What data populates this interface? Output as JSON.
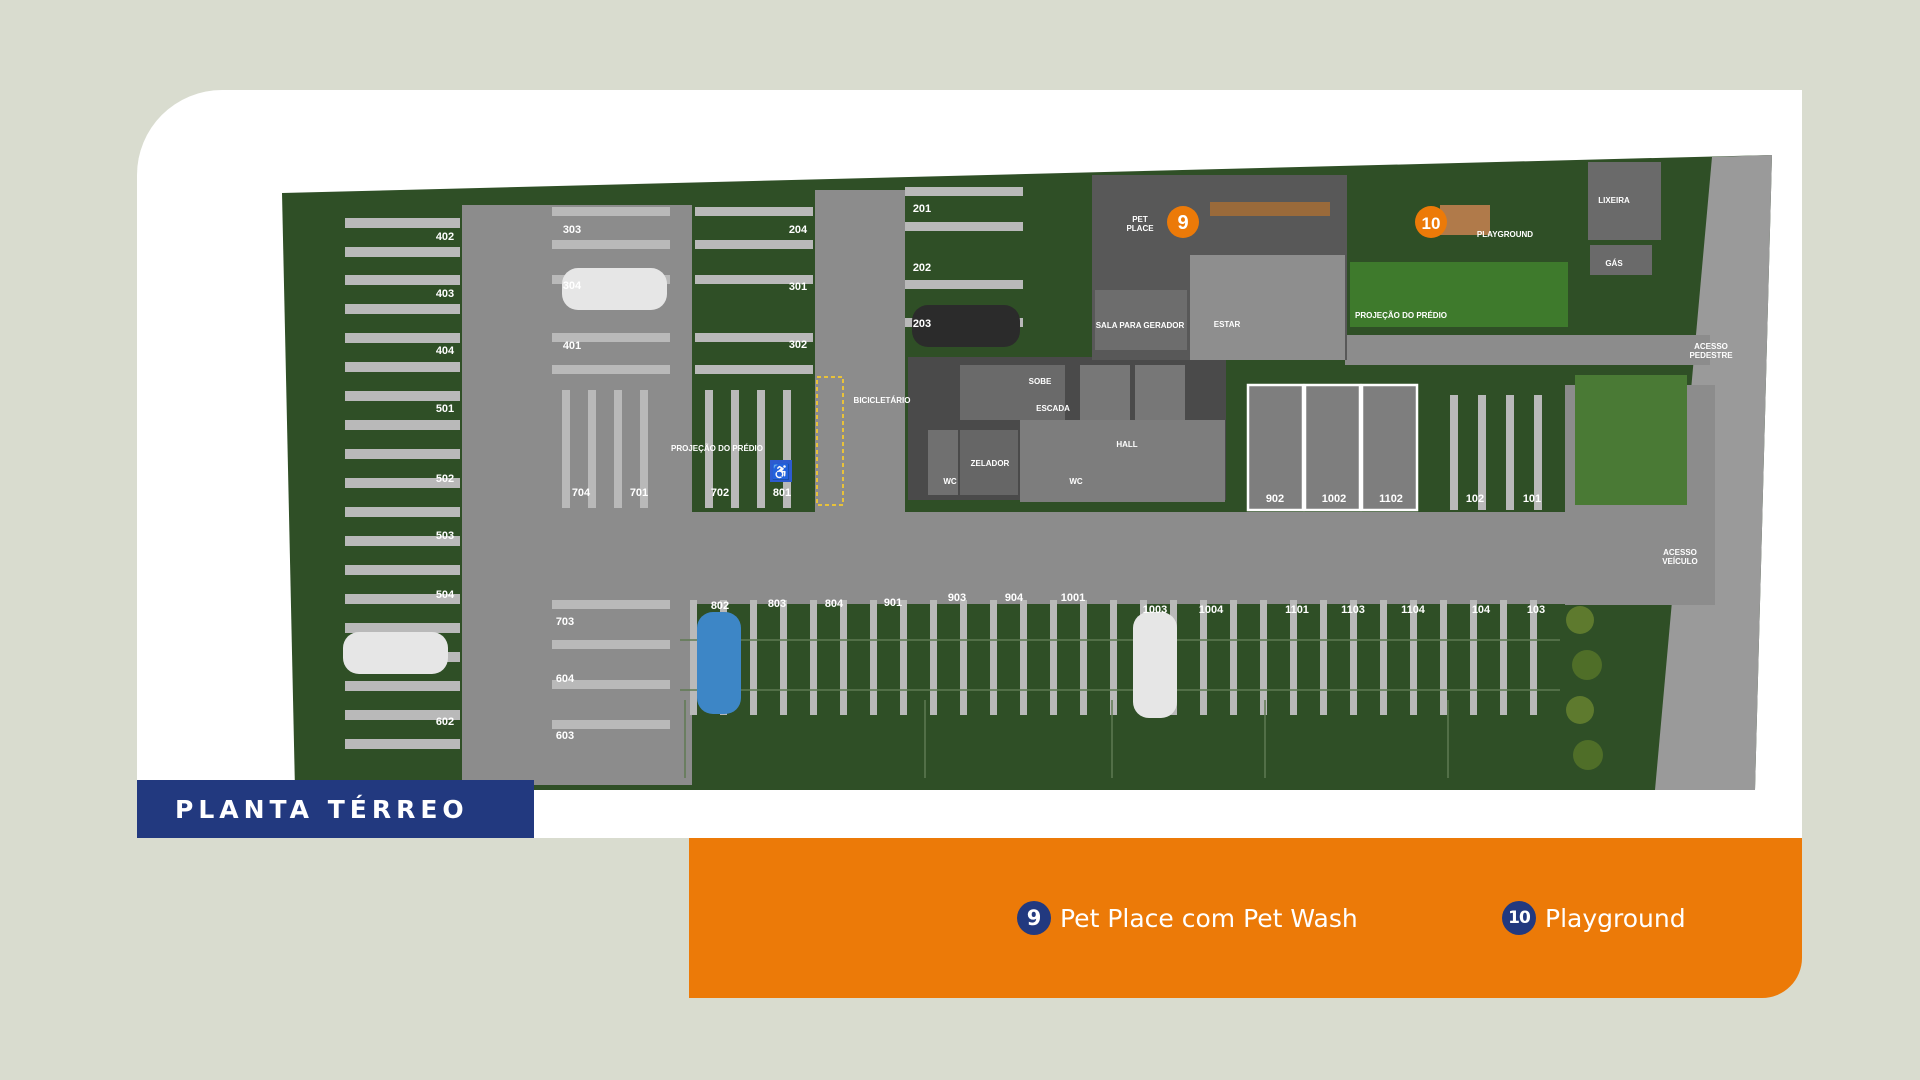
{
  "title": "PLANTA TÉRREO",
  "legend": [
    {
      "number": "9",
      "label": "Pet Place com Pet Wash"
    },
    {
      "number": "10",
      "label": "Playground"
    }
  ],
  "markers": [
    {
      "number": "9",
      "color": "#ec7a08"
    },
    {
      "number": "10",
      "color": "#ec7a08"
    }
  ],
  "labels": {
    "pet_place": [
      "PET",
      "PLACE"
    ],
    "playground": "PLAYGROUND",
    "lixeira": "LIXEIRA",
    "gas": "GÁS",
    "projecao_predio_1": "PROJEÇÃO DO PRÉDIO",
    "projecao_predio_2": "PROJEÇÃO DO PRÉDIO",
    "acesso_pedestre": [
      "ACESSO",
      "PEDESTRE"
    ],
    "acesso_veiculo": [
      "ACESSO",
      "VEÍCULO"
    ],
    "sala_gerador": "SALA PARA GERADOR",
    "estar": "ESTAR",
    "bicicletario": "BICICLETÁRIO",
    "escada": "ESCADA",
    "sobe": "SOBE",
    "hall": "HALL",
    "zelador": "ZELADOR",
    "wc1": "WC",
    "wc2": "WC"
  },
  "colors": {
    "grass": "#2f4f26",
    "paving": "#8c8c8c",
    "stripe": "#b9b9b9",
    "building": "#4a4a4a",
    "accent": "#ec7a08",
    "brand_blue": "#22397f"
  },
  "spaces": {
    "left_column": [
      "402",
      "403",
      "404",
      "501",
      "502",
      "503",
      "504",
      "",
      "602"
    ],
    "col2_top": [
      "303",
      "304",
      "401"
    ],
    "col3_top": [
      "204",
      "301",
      "302"
    ],
    "col4_top": [
      "201",
      "202",
      "203"
    ],
    "mid_row": [
      "704",
      "701",
      "702",
      "801"
    ],
    "col2_bottom": [
      "703",
      "604",
      "603"
    ],
    "bottom_row": [
      "802",
      "803",
      "804",
      "901",
      "903",
      "904",
      "1001",
      "1003",
      "1004",
      "1101",
      "1103",
      "1104",
      "104",
      "103"
    ],
    "white_boxes": [
      "902",
      "1002",
      "1102"
    ],
    "right_row": [
      "102",
      "101"
    ]
  }
}
